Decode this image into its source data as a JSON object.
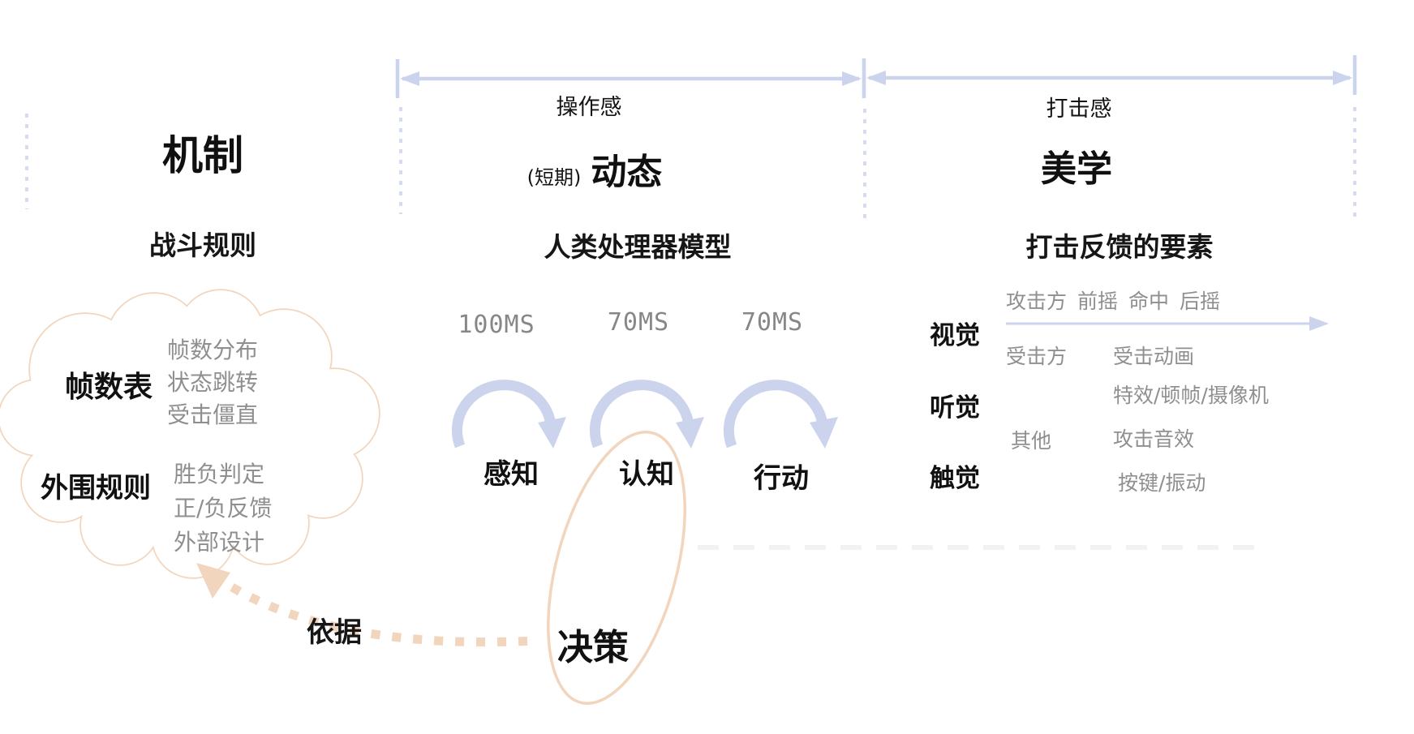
{
  "colors": {
    "periwinkle": "#ccd3ec",
    "periwinkle_light": "#d6dcf0",
    "peach": "#f2d5bd",
    "gray": "#8f8f8f",
    "ink": "#1c1c1c",
    "background": "#ffffff"
  },
  "sections": {
    "mechanics": {
      "title": "机制",
      "subtitle": "战斗规则",
      "cloud": {
        "groups": [
          {
            "heading": "帧数表",
            "items": [
              "帧数分布",
              "状态跳转",
              "受击僵直"
            ]
          },
          {
            "heading": "外围规则",
            "items": [
              "胜负判定",
              "正/负反馈",
              "外部设计"
            ]
          }
        ]
      },
      "basis_label": "依据"
    },
    "dynamics": {
      "feel_label": "操作感",
      "term_note": "(短期)",
      "title": "动态",
      "subtitle": "人类处理器模型",
      "stages": [
        {
          "time": "100MS",
          "label": "感知"
        },
        {
          "time": "70MS",
          "label": "认知"
        },
        {
          "time": "70MS",
          "label": "行动"
        }
      ],
      "decision_label": "决策"
    },
    "aesthetics": {
      "feel_label": "打击感",
      "title": "美学",
      "subtitle": "打击反馈的要素",
      "senses": [
        "视觉",
        "听觉",
        "触觉"
      ],
      "rows": {
        "attacker": {
          "label": "攻击方",
          "phases": [
            "前摇",
            "命中",
            "后摇"
          ]
        },
        "defender": {
          "label": "受击方",
          "items": [
            "受击动画",
            "特效/顿帧/摄像机"
          ]
        },
        "other": {
          "label": "其他",
          "items": [
            "攻击音效",
            "按键/振动"
          ]
        }
      }
    }
  }
}
